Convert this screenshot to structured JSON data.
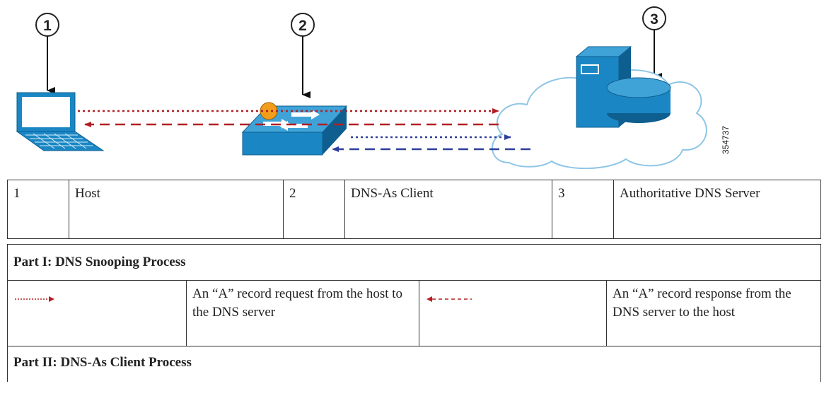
{
  "diagram": {
    "callouts": [
      "1",
      "2",
      "3"
    ],
    "figure_id": "354737",
    "colors": {
      "device_blue": "#1a87c4",
      "device_dark": "#0e5e8f",
      "request_arrow": "#b21f24",
      "client_arrow": "#2d3e9c",
      "indicator": "#f29d1b",
      "cloud_stroke": "#8fc6e6"
    }
  },
  "legend": {
    "items": [
      {
        "num": "1",
        "label": "Host"
      },
      {
        "num": "2",
        "label": "DNS-As Client"
      },
      {
        "num": "3",
        "label": "Authoritative DNS Server"
      }
    ]
  },
  "process": {
    "part1_title": "Part I: DNS Snooping Process",
    "request_desc": "An “A” record request from the host to the DNS server",
    "response_desc": "An “A” record response from the DNS server to the host",
    "part2_title": "Part II: DNS-As Client Process"
  }
}
